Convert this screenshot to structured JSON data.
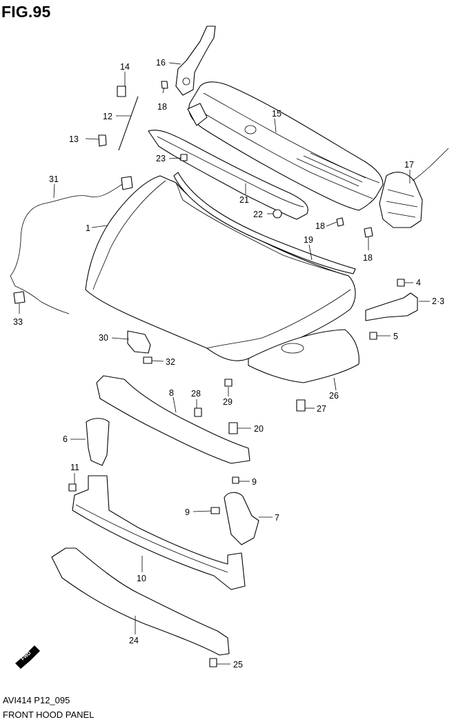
{
  "figure": {
    "title": "FIG.95",
    "code": "AVI414 P12_095",
    "caption": "FRONT HOOD PANEL",
    "fwd_label": "FWD"
  },
  "callouts": [
    "1",
    "2·3",
    "4",
    "5",
    "6",
    "7",
    "8",
    "9",
    "9",
    "10",
    "11",
    "12",
    "13",
    "14",
    "15",
    "16",
    "17",
    "18",
    "18",
    "18",
    "19",
    "20",
    "21",
    "22",
    "23",
    "24",
    "25",
    "26",
    "27",
    "28",
    "29",
    "30",
    "31",
    "32",
    "33"
  ]
}
